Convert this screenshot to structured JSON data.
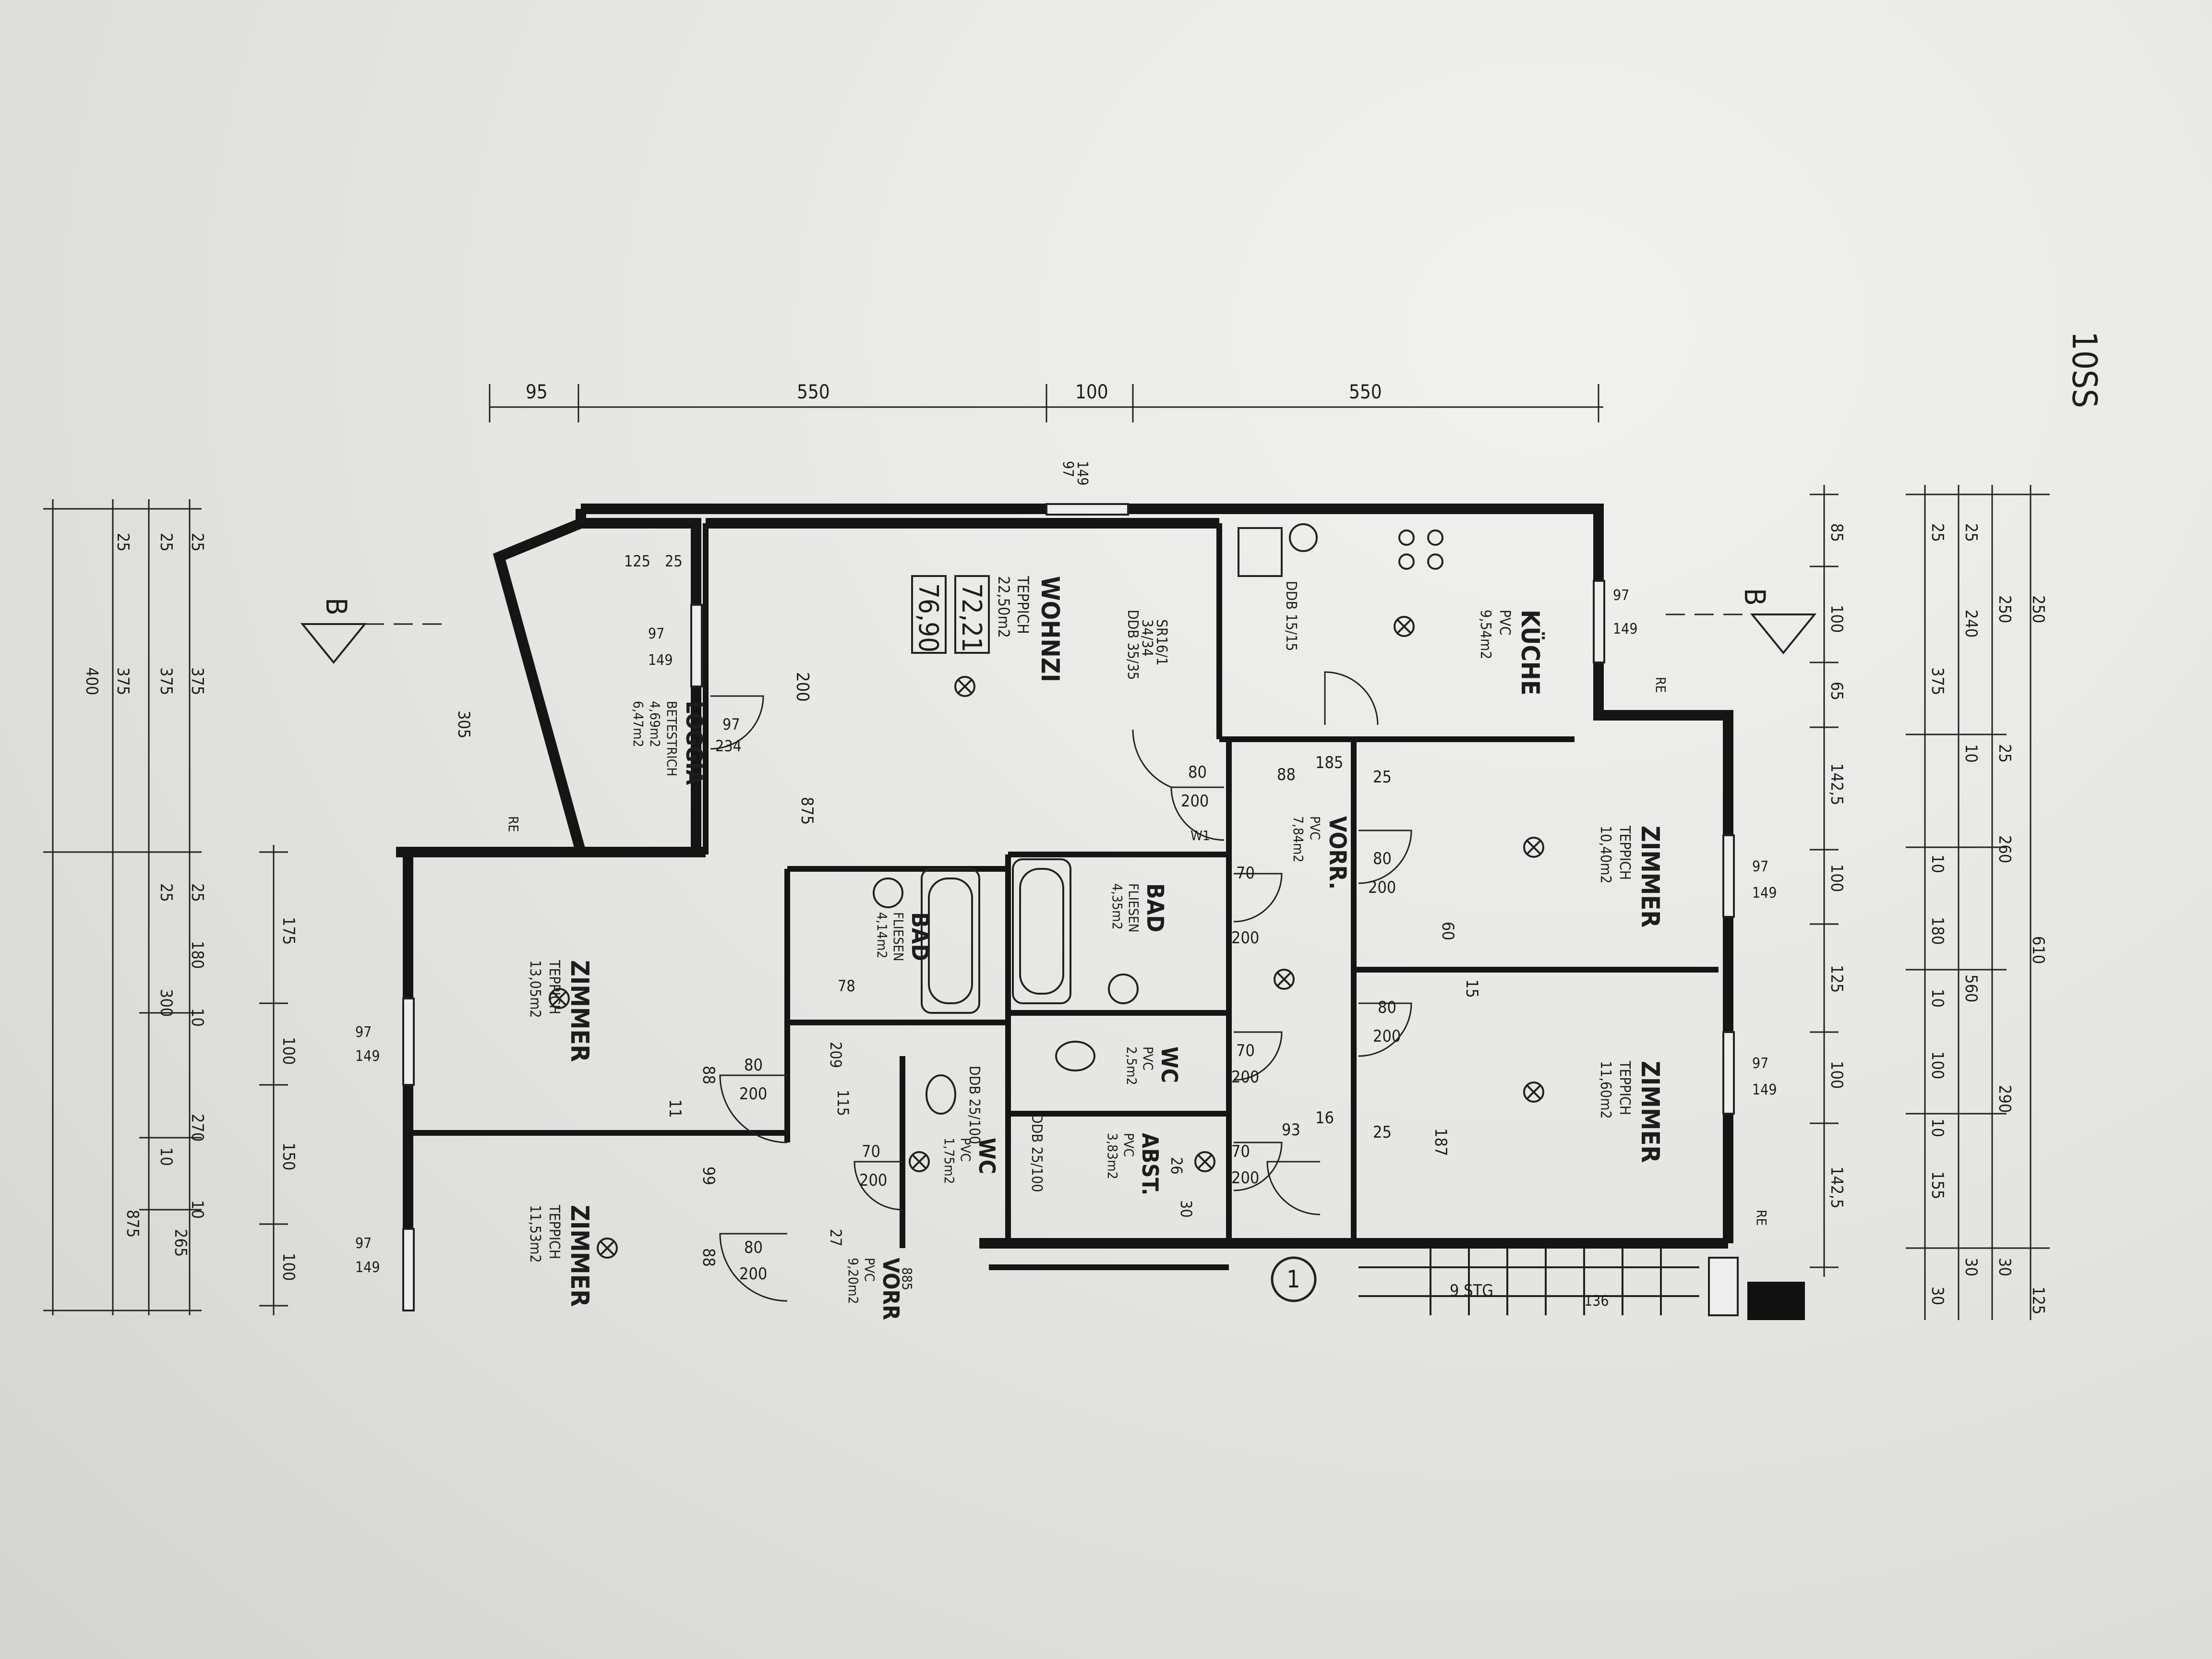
{
  "sheet_mark": "10SS",
  "section_marker": "B",
  "stair_number": "1",
  "top_dims": [
    "95",
    "550",
    "100",
    "550"
  ],
  "rooms": {
    "wohnzi": {
      "name": "WOHNZI",
      "floor": "TEPPICH",
      "area": "22,50m2",
      "box1": "72,21",
      "box2": "76,90"
    },
    "loggia": {
      "name": "LOGGIA",
      "floor": "BETESTRICH",
      "area1": "4,69m2",
      "area2": "6,47m2"
    },
    "kueche": {
      "name": "KÜCHE",
      "floor": "PVC",
      "area": "9,54m2"
    },
    "zimmer1": {
      "name": "ZIMMER",
      "floor": "TEPPICH",
      "area": "10,40m2"
    },
    "zimmer2": {
      "name": "ZIMMER",
      "floor": "TEPPICH",
      "area": "11,60m2"
    },
    "zimmer3": {
      "name": "ZIMMER",
      "floor": "TEPPICH",
      "area": "13,05m2"
    },
    "zimmer4": {
      "name": "ZIMMER",
      "floor": "TEPPICH",
      "area": "11,53m2"
    },
    "vorr1": {
      "name": "VORR.",
      "floor": "PVC",
      "area": "7,84m2"
    },
    "vorr2": {
      "name": "VORR",
      "floor": "PVC",
      "area": "9,20m2"
    },
    "bad1": {
      "name": "BAD",
      "floor": "FLIESEN",
      "area": "4,35m2"
    },
    "bad2": {
      "name": "BAD",
      "floor": "FLIESEN",
      "area": "4,14m2"
    },
    "wc1": {
      "name": "WC",
      "floor": "PVC",
      "area": "2,5m2"
    },
    "wc2": {
      "name": "WC",
      "floor": "PVC",
      "area": "1,75m2"
    },
    "abst": {
      "name": "ABST.",
      "floor": "PVC",
      "area": "3,83m2"
    }
  },
  "labels": {
    "stg": "9 STG",
    "sr": "SR16/1",
    "sr2": "34/34",
    "ddb1": "DDB 35/35",
    "ddb2": "DDB 15/15",
    "ddb3": "DDB 25/100",
    "ddb4": "DDB 25/100",
    "re": "RE",
    "w1": "W1",
    "v136": "136",
    "v885": "885"
  },
  "window_labels": [
    "97",
    "149"
  ],
  "door_labels": [
    "80",
    "200",
    "88",
    "70",
    "93",
    "16",
    "185",
    "25",
    "187",
    "60",
    "15",
    "11"
  ],
  "inner_dims": [
    "200",
    "875",
    "305",
    "125",
    "25",
    "234",
    "97",
    "78",
    "209",
    "115",
    "99",
    "27",
    "26",
    "30"
  ],
  "left_dims": {
    "col1": [
      "25",
      "375",
      "400",
      "875"
    ],
    "col2": [
      "25",
      "375",
      "25",
      "300",
      "10",
      "265"
    ],
    "col3": [
      "25",
      "375",
      "25",
      "180",
      "10",
      "270",
      "10"
    ],
    "col4": [
      "175",
      "100",
      "150",
      "100"
    ]
  },
  "right_dims": {
    "col1": [
      "85",
      "100",
      "65",
      "142,5",
      "100",
      "125",
      "100",
      "142,5"
    ],
    "col2": [
      "25",
      "375",
      "10",
      "10",
      "180",
      "10",
      "100",
      "10",
      "155",
      "30",
      "30"
    ],
    "col3": [
      "25",
      "240",
      "25",
      "260",
      "560",
      "290",
      "30"
    ],
    "col4": [
      "250",
      "250",
      "610",
      "125"
    ]
  }
}
